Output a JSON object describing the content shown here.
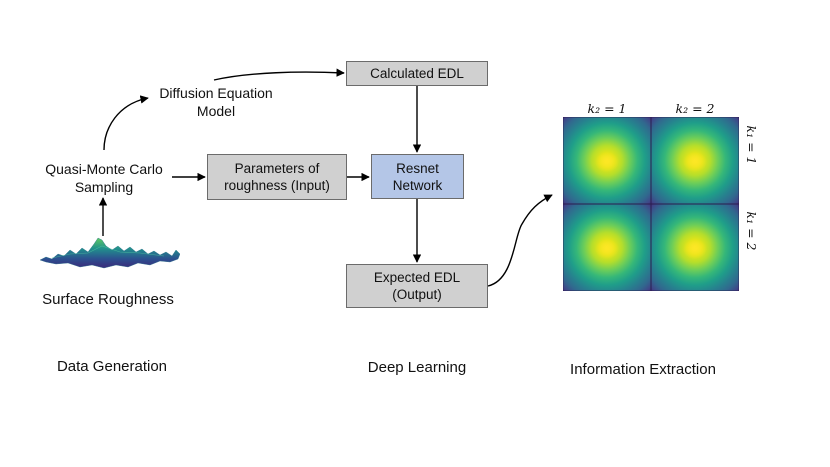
{
  "data_generation": {
    "diffusion_label": [
      "Diffusion Equation",
      "Model"
    ],
    "qmc_label": [
      "Quasi-Monte Carlo",
      "Sampling"
    ],
    "surface_label": "Surface Roughness",
    "section_title": "Data Generation"
  },
  "deep_learning": {
    "calculated_edl": "Calculated EDL",
    "parameters_box": [
      "Parameters of",
      "roughness (Input)"
    ],
    "resnet_box": [
      "Resnet",
      "Network"
    ],
    "expected_edl": [
      "Expected EDL",
      "(Output)"
    ],
    "section_title": "Deep Learning"
  },
  "information_extraction": {
    "section_title": "Information Extraction",
    "col_labels": [
      "k₂ = 1",
      "k₂ = 2"
    ],
    "row_labels": [
      "k₁ = 1",
      "k₁ = 2"
    ]
  },
  "colors": {
    "gray_box": "#d0d0d0",
    "blue_box": "#b4c6e7",
    "heatmap_low": "#440154",
    "heatmap_high": "#fde725"
  }
}
